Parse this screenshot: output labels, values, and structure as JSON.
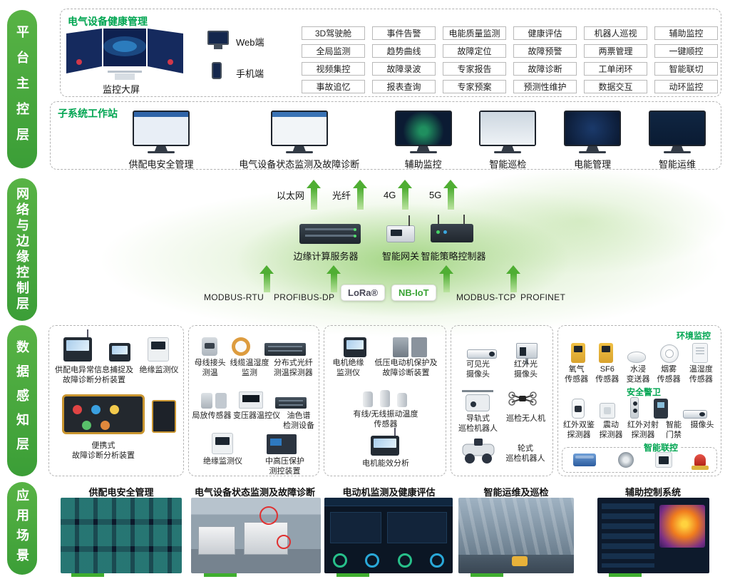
{
  "colors": {
    "accent_green": "#00a551",
    "layer_bar_green": "#47ab39",
    "arrow_green": "#4fae33"
  },
  "layers": [
    "平台主控层",
    "网络与边缘控制层",
    "数据感知层",
    "应用场景"
  ],
  "health": {
    "title": "电气设备健康管理",
    "wall_label": "监控大屏",
    "web_label": "Web端",
    "mobile_label": "手机端",
    "features": [
      "3D驾驶舱",
      "事件告警",
      "电能质量监测",
      "健康评估",
      "机器人巡视",
      "辅助监控",
      "全局监测",
      "趋势曲线",
      "故障定位",
      "故障预警",
      "两票管理",
      "一键顺控",
      "视频集控",
      "故障录波",
      "专家报告",
      "故障诊断",
      "工单闭环",
      "智能联切",
      "事故追忆",
      "报表查询",
      "专家预案",
      "预测性维护",
      "数据交互",
      "动环监控"
    ]
  },
  "workstation": {
    "title": "子系统工作站",
    "items": [
      "供配电安全管理",
      "电气设备状态监测及故障诊断",
      "辅助监控",
      "智能巡检",
      "电能管理",
      "智能运维"
    ]
  },
  "network": {
    "uplinks": [
      "以太网",
      "光纤",
      "4G",
      "5G"
    ],
    "devices": [
      "边缘计算服务器",
      "智能网关",
      "智能策略控制器"
    ],
    "protocols": [
      "MODBUS-RTU",
      "PROFIBUS-DP",
      "MODBUS-TCP",
      "PROFINET"
    ],
    "lora": "LoRa®",
    "nbiot": "NB-IoT"
  },
  "perception": {
    "box1": {
      "items": [
        "供配电异常信息捕捉及\n故障诊断分析装置",
        "绝缘监测仪",
        "便携式\n故障诊断分析装置"
      ]
    },
    "box2": {
      "items": [
        "母线接头\n测温",
        "线缆温湿度\n监测",
        "分布式光纤\n测温探测器",
        "局放传感器",
        "变压器温控仪",
        "油色谱\n检测设备",
        "绝缘监测仪",
        "中高压保护\n测控装置"
      ]
    },
    "box3": {
      "items": [
        "电机绝缘\n监测仪",
        "低压电动机保护及\n故障诊断装置",
        "有线/无线振动温度\n传感器",
        "电机能效分析"
      ]
    },
    "box4": {
      "items": [
        "可见光\n摄像头",
        "红外光\n摄像头",
        "导轨式\n巡检机器人",
        "巡检无人机",
        "轮式\n巡检机器人"
      ]
    },
    "box5": {
      "env_title": "环境监控",
      "env_items": [
        "氧气\n传感器",
        "SF6\n传感器",
        "水浸\n变送器",
        "烟雾\n传感器",
        "温湿度\n传感器"
      ],
      "sec_title": "安全警卫",
      "sec_items": [
        "红外双鉴\n探测器",
        "震动\n探测器",
        "红外对射\n探测器",
        "智能\n门禁",
        "摄像头"
      ],
      "link_title": "智能联控"
    }
  },
  "applications": [
    "供配电安全管理",
    "电气设备状态监测及故障诊断",
    "电动机监测及健康评估",
    "智能运维及巡检",
    "辅助控制系统"
  ]
}
